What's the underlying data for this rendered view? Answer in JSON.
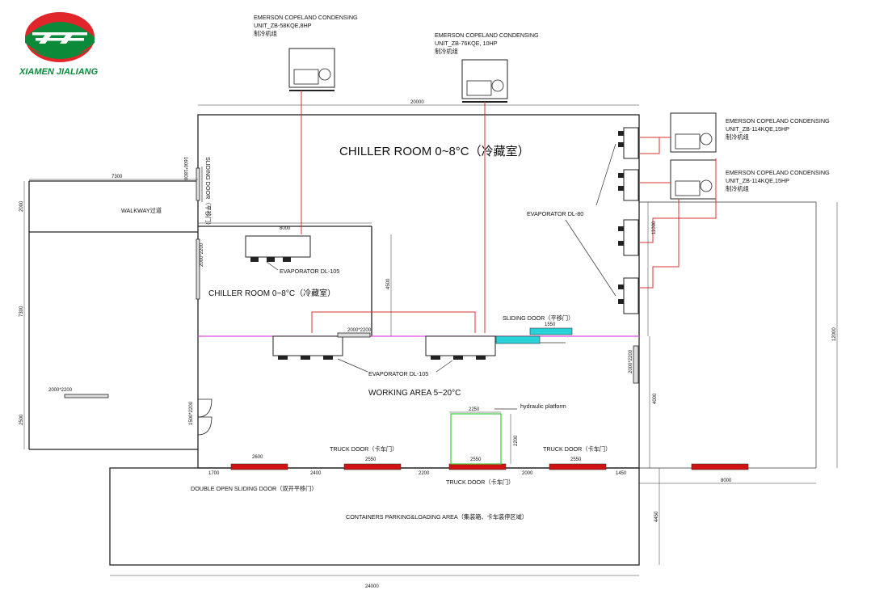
{
  "logo": {
    "company_name": "XIAMEN JIALIANG",
    "colors": {
      "red": "#e0262b",
      "green": "#0b8a3a",
      "white": "#ffffff"
    }
  },
  "units": {
    "unit1": {
      "line1": "EMERSON COPELAND CONDENSING",
      "line2": "UNIT_ZB-58KQE,8HP",
      "line3": "制冷机组"
    },
    "unit2": {
      "line1": "EMERSON COPELAND CONDENSING",
      "line2": "UNIT_ZB-76KQE, 10HP",
      "line3": "制冷机组"
    },
    "unit3": {
      "line1": "EMERSON COPELAND CONDENSING",
      "line2": "UNIT_ZB-114KQE,15HP",
      "line3": "制冷机组"
    },
    "unit4": {
      "line1": "EMERSON COPELAND CONDENSING",
      "line2": "UNIT_ZB-114KQE,15HP",
      "line3": "制冷机组"
    }
  },
  "rooms": {
    "chiller_main": "CHILLER ROOM 0~8°C（冷藏室）",
    "chiller_small": "CHILLER ROOM 0~8°C（冷藏室）",
    "walkway": "WALKWAY过道",
    "working_area": "WORKING AREA 5~20°C",
    "containers": "CONTAINERS PARKING&LOADING AREA（集装箱、卡车装停区域）"
  },
  "labels": {
    "evaporator_dl80": "EVAPORATOR DL-80",
    "evaporator_dl105_a": "EVAPORATOR DL-105",
    "evaporator_dl105_b": "EVAPORATOR DL-105",
    "sliding_door_right": "SLIDING DOOR（平移门）",
    "sliding_door_left": "SLIDING DOOR（平移门）",
    "sliding_door_left_size": "1600*1800",
    "hydraulic_platform": "hydraulic platform",
    "truck_door_1": "TRUCK DOOR（卡车门）",
    "truck_door_2": "TRUCK DOOR（卡车门）",
    "truck_door_3": "TRUCK DOOR（卡车门）",
    "double_open": "DOUBLE OPEN SLIDING DOOR（双开平移门）"
  },
  "dimensions": {
    "d20000": "20000",
    "d7300_top": "7300",
    "d2000_left": "2000",
    "d7300_left": "7300",
    "d2500_left": "2500",
    "d8000_mid": "8000",
    "d4500_mid": "4500",
    "d11000": "11000",
    "d12000": "12000",
    "d4000": "4000",
    "d1550": "1550",
    "d2000x2200_a": "2000*2200",
    "d2000x2200_b": "2000*2200",
    "d2000x2200_c": "2000*2200",
    "d2000x2200_d": "2000*2200",
    "d1500x2200": "1500*2200",
    "d2600": "2600",
    "d2550_a": "2550",
    "d2550_b": "2550",
    "d2550_c": "2550",
    "d2250": "2250",
    "d2200_v": "2200",
    "d1700": "1700",
    "d2400": "2400",
    "d2200_h": "2200",
    "d2000_h": "2000",
    "d1450": "1450",
    "d8000_right": "8000",
    "d4450": "4450",
    "d24000": "24000"
  }
}
